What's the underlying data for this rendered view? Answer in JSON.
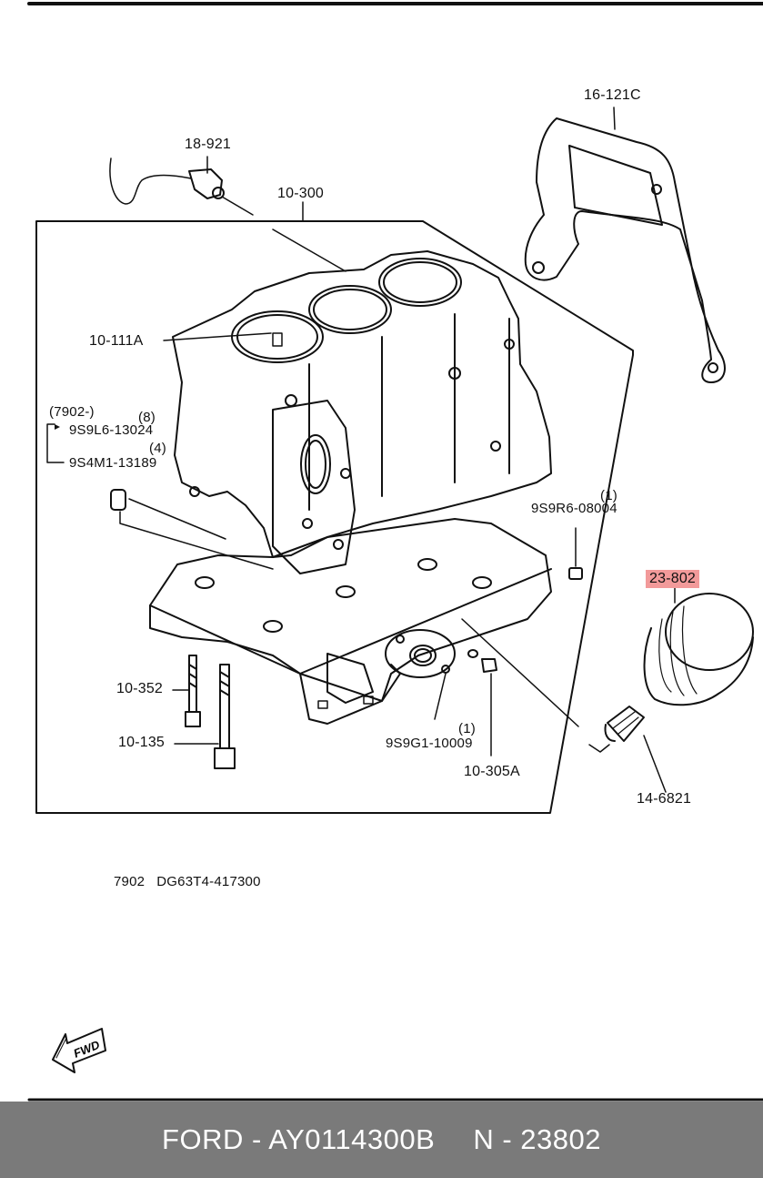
{
  "labels": {
    "p16_121c": "16-121C",
    "p18_921": "18-921",
    "p10_300": "10-300",
    "p10_111a": "10-111A",
    "p7902_range": "(7902-)",
    "qty8": "(8)",
    "p9s9l6": "9S9L6-13024",
    "qty4": "(4)",
    "p9s4m1": "9S4M1-13189",
    "qty1_a": "(1)",
    "p9s9r6": "9S9R6-08004",
    "p23_802": "23-802",
    "p10_352": "10-352",
    "p10_135": "10-135",
    "qty1_b": "(1)",
    "p9s9g1": "9S9G1-10009",
    "p10_305a": "10-305A",
    "p14_6821": "14-6821",
    "diagram_code": "7902   DG63T4-417300",
    "fwd": "FWD"
  },
  "footer": {
    "brand_part": "FORD - AY0114300B",
    "ref": "N - 23802"
  },
  "colors": {
    "highlight": "#f29a9a",
    "footer_bg": "#7a7a7a"
  }
}
